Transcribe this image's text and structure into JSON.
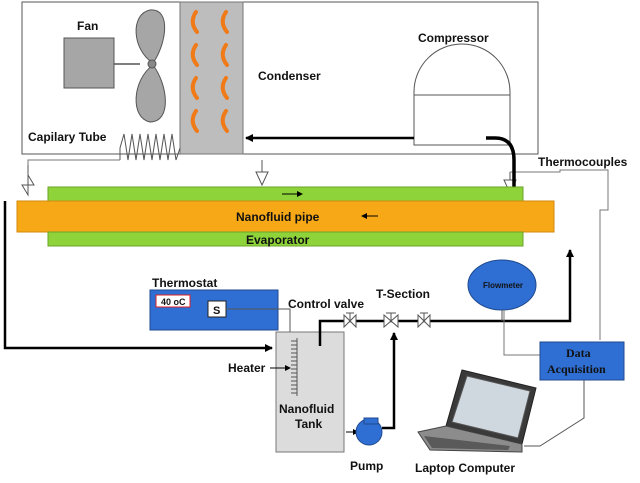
{
  "labels": {
    "fan": "Fan",
    "compressor": "Compressor",
    "condenser": "Condenser",
    "capillary_tube": "Capilary Tube",
    "thermocouples": "Thermocouples",
    "nanofluid_pipe": "Nanofluid pipe",
    "evaporator": "Evaporator",
    "thermostat": "Thermostat",
    "thermostat_reading": "40 oC",
    "thermostat_switch": "S",
    "control_valve": "Control valve",
    "t_section": "T-Section",
    "flowmeter": "Flowmeter",
    "heater": "Heater",
    "nanofluid_tank_line1": "Nanofluid",
    "nanofluid_tank_line2": "Tank",
    "data_acquisition_line1": "Data",
    "data_acquisition_line2": "Acquisition",
    "pump": "Pump",
    "laptop": "Laptop Computer"
  },
  "colors": {
    "pipe_orange": "#f7a817",
    "evaporator_green": "#8ed33a",
    "coil_orange": "#f07a18",
    "condenser_gray": "#bdbdbd",
    "blue_box": "#2f6fd3",
    "fan_gray": "#a6a6a6"
  }
}
